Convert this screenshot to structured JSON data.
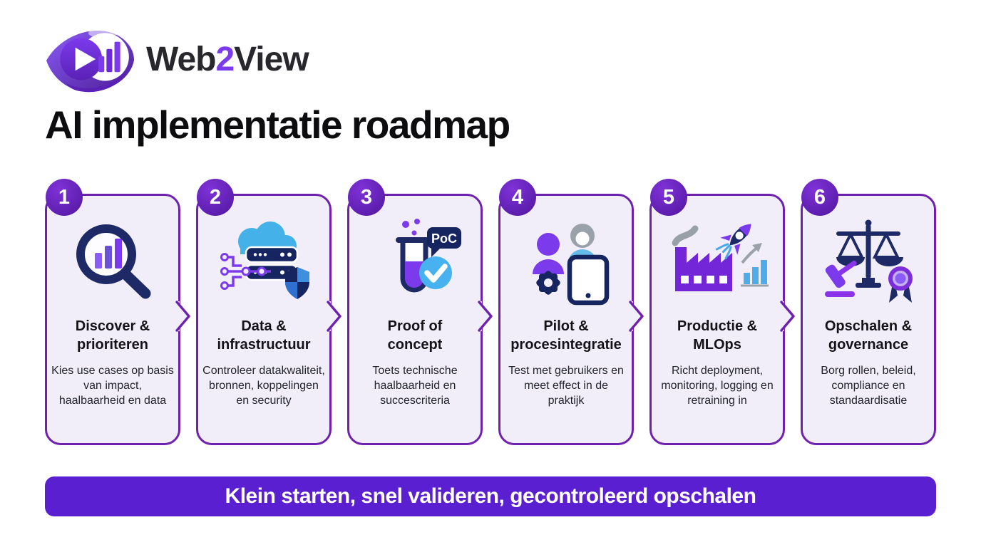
{
  "brand": {
    "name_pre": "Web",
    "name_num": "2",
    "name_post": "View",
    "logo_icon": "web2view-eye-play-chart-logo"
  },
  "page_title": "AI implementatie roadmap",
  "colors": {
    "page_bg": "#ffffff",
    "card_bg": "#f2eef9",
    "card_border": "#6d21ae",
    "badge_purple": "#6f26c4",
    "banner_bg": "#5a1fd0",
    "accent_purple": "#7c3aed",
    "navy": "#1d2a66",
    "light_blue": "#47b2ef"
  },
  "steps": [
    {
      "number": "1",
      "icon": "magnifier-bar-chart-icon",
      "title": "Discover &\nprioriteren",
      "description": "Kies use cases op basis van impact, haalbaarheid en data"
    },
    {
      "number": "2",
      "icon": "cloud-server-network-shield-icon",
      "title": "Data &\ninfrastructuur",
      "description": "Controleer datakwaliteit, bronnen, koppelingen en security"
    },
    {
      "number": "3",
      "icon": "test-tube-poc-check-icon",
      "poc_label": "PoC",
      "title": "Proof of\nconcept",
      "description": "Toets technische haalbaarheid en succescriteria"
    },
    {
      "number": "4",
      "icon": "users-tablet-gear-icon",
      "title": "Pilot &\nprocesintegratie",
      "description": "Test met gebruikers en meet effect in de praktijk"
    },
    {
      "number": "5",
      "icon": "factory-rocket-growth-chart-icon",
      "title": "Productie &\nMLOps",
      "description": "Richt deployment, monitoring, logging en retraining in"
    },
    {
      "number": "6",
      "icon": "scales-gavel-certificate-icon",
      "title": "Opschalen &\ngovernance",
      "description": "Borg rollen, beleid, compliance en standaardisatie"
    }
  ],
  "banner": {
    "text": "Klein starten, snel valideren, gecontroleerd opschalen"
  }
}
